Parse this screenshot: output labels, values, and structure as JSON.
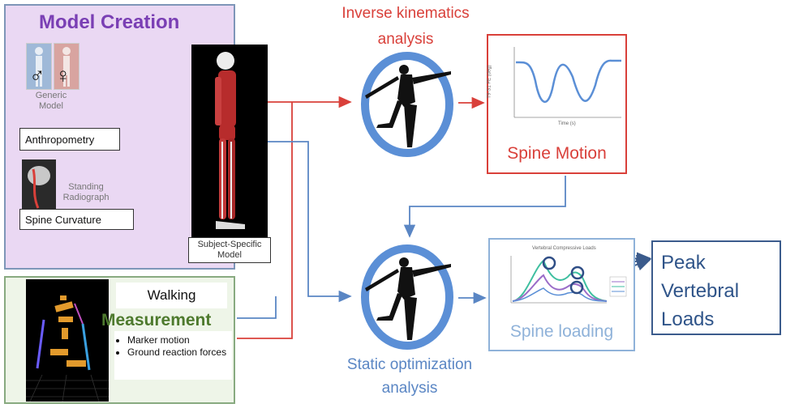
{
  "model_creation": {
    "title": "Model Creation",
    "male_symbol": "♂",
    "female_symbol": "♀",
    "generic_model_label": "Generic\nModel",
    "anthropometry_label": "Anthropometry",
    "radiograph_label": "Standing\nRadiograph",
    "spine_curvature_label": "Spine Curvature",
    "subject_model_label": "Subject-Specific\nModel"
  },
  "measurement": {
    "walking_label": "Walking",
    "title": "Measurement",
    "bullets": [
      "Marker motion",
      "Ground reaction forces"
    ]
  },
  "inverse_kinematics": {
    "title_line1": "Inverse kinematics",
    "title_line2": "analysis"
  },
  "static_optimization": {
    "title_line1": "Static optimization",
    "title_line2": "analysis"
  },
  "spine_motion": {
    "label": "Spine Motion",
    "y_axis_label": "T9-S1 FE (deg)",
    "x_axis_label": "Time (s)"
  },
  "spine_loading": {
    "label": "Spine loading",
    "chart_title": "Vertebral Compressive Loads"
  },
  "peak_loads": {
    "line1": "Peak",
    "line2": "Vertebral",
    "line3": "Loads"
  },
  "colors": {
    "red": "#d9403a",
    "blue": "#5a86c4",
    "purple_title": "#7a3fb4",
    "green_title": "#4e7a2e",
    "panel_purple": "#ead8f3",
    "dark_navy": "#2f5489"
  }
}
